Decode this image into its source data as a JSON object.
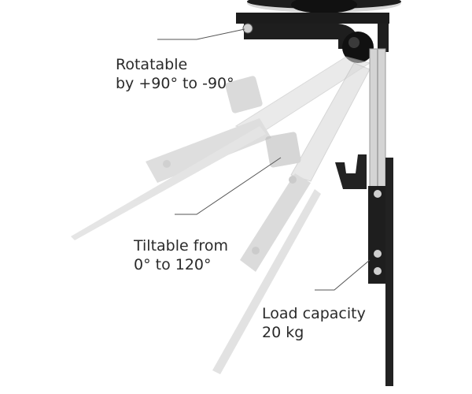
{
  "annotations": {
    "rotatable": {
      "line1": "Rotatable",
      "line2": "by +90° to -90°"
    },
    "tiltable": {
      "line1": "Tiltable from",
      "line2": "0° to 120°"
    },
    "load": {
      "line1": "Load capacity",
      "line2": "20 kg"
    }
  },
  "colors": {
    "metal_dark": "#1c1c1c",
    "metal_mid": "#2f2f2f",
    "ghost_gray": "#cfcfcf",
    "ghost_mid": "#bdbdbd",
    "aluminum": "#d6d6d6",
    "leader_line": "#555555",
    "text": "#2a2a2a"
  }
}
